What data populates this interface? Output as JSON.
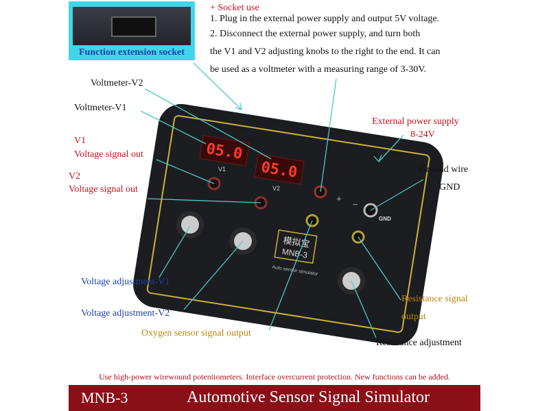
{
  "extension_socket": {
    "label": "Function extension socket"
  },
  "socket_use": {
    "title": "+ Socket use",
    "lines": [
      "1. Plug in the external power supply and output 5V voltage.",
      "2. Disconnect the external power supply, and turn both",
      "the V1 and V2 adjusting knobs to the right to the end. It can",
      "be used as a voltmeter with a measuring range of 3-30V."
    ]
  },
  "labels": {
    "voltmeter_v2": "Voltmeter-V2",
    "voltmeter_v1": "Voltmeter-V1",
    "v1_title": "V1",
    "v1_out": "Voltage signal out",
    "v2_title": "V2",
    "v2_out": "Voltage signal out",
    "ext_power": "External power supply",
    "ext_power_range": "8-24V",
    "ground": "Ground wire",
    "gnd": "GND",
    "adj_v1": "Voltage adjustment-V1",
    "adj_v2": "Voltage adjustment-V2",
    "oxygen": "Oxygen sensor signal output",
    "res_signal_1": "Resistance signal",
    "res_signal_2": "output",
    "res_adj": "Resistance adjustment"
  },
  "device": {
    "display_v1": "05.0",
    "display_v2": "05.0",
    "v1": "V1",
    "v2": "V2",
    "brand_cn": "模拟宝",
    "model": "MNB-3",
    "subtitle": "Auto sensor simulator",
    "plus": "+",
    "minus": "−",
    "gnd": "GND"
  },
  "footer": {
    "warning": "Use high-power wirewound potentiometers. Interface overcurrent protection. New functions can be added.",
    "model": "MNB-3",
    "title": "Automotive Sensor Signal Simulator"
  },
  "colors": {
    "leader": "#4cc9c9",
    "banner": "#8a1018",
    "accent_red": "#c8101a",
    "label_blue": "#1d3fa8",
    "label_gold": "#b8860b"
  }
}
